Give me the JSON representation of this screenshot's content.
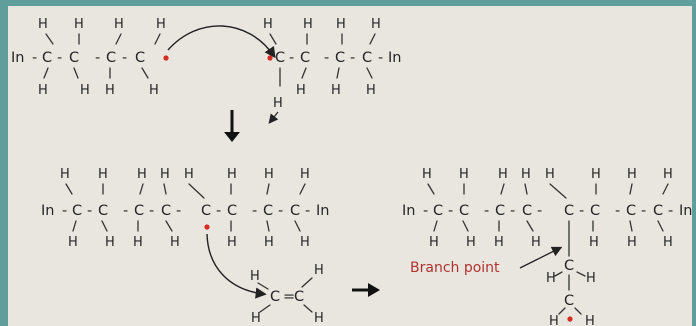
{
  "colors": {
    "background_teal": "#5f9e9a",
    "paper": "#e9e6df",
    "text": "#262626",
    "radical_dot": "#d42b22",
    "label_red": "#b1322f"
  },
  "symbols": {
    "h": "H",
    "c": "C",
    "in": "In",
    "dash": "-",
    "double_bond": "="
  },
  "labels": {
    "branch_point": "Branch point"
  }
}
